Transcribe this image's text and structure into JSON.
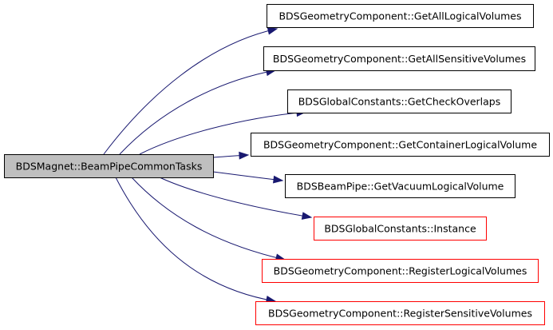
{
  "colors": {
    "edge": "#191970",
    "border_default": "#000000",
    "border_external": "#ff0000",
    "root_fill": "#bfbfbf",
    "node_fill": "#ffffff"
  },
  "root": {
    "id": "root",
    "label": "BDSMagnet::BeamPipeCommonTasks"
  },
  "callees": [
    {
      "id": "n1",
      "label": "BDSGeometryComponent::GetAllLogicalVolumes",
      "border": "default"
    },
    {
      "id": "n2",
      "label": "BDSGeometryComponent::GetAllSensitiveVolumes",
      "border": "default"
    },
    {
      "id": "n3",
      "label": "BDSGlobalConstants::GetCheckOverlaps",
      "border": "default"
    },
    {
      "id": "n4",
      "label": "BDSGeometryComponent::GetContainerLogicalVolume",
      "border": "default"
    },
    {
      "id": "n5",
      "label": "BDSBeamPipe::GetVacuumLogicalVolume",
      "border": "default"
    },
    {
      "id": "n6",
      "label": "BDSGlobalConstants::Instance",
      "border": "external"
    },
    {
      "id": "n7",
      "label": "BDSGeometryComponent::RegisterLogicalVolumes",
      "border": "external"
    },
    {
      "id": "n8",
      "label": "BDSGeometryComponent::RegisterSensitiveVolumes",
      "border": "external"
    }
  ]
}
